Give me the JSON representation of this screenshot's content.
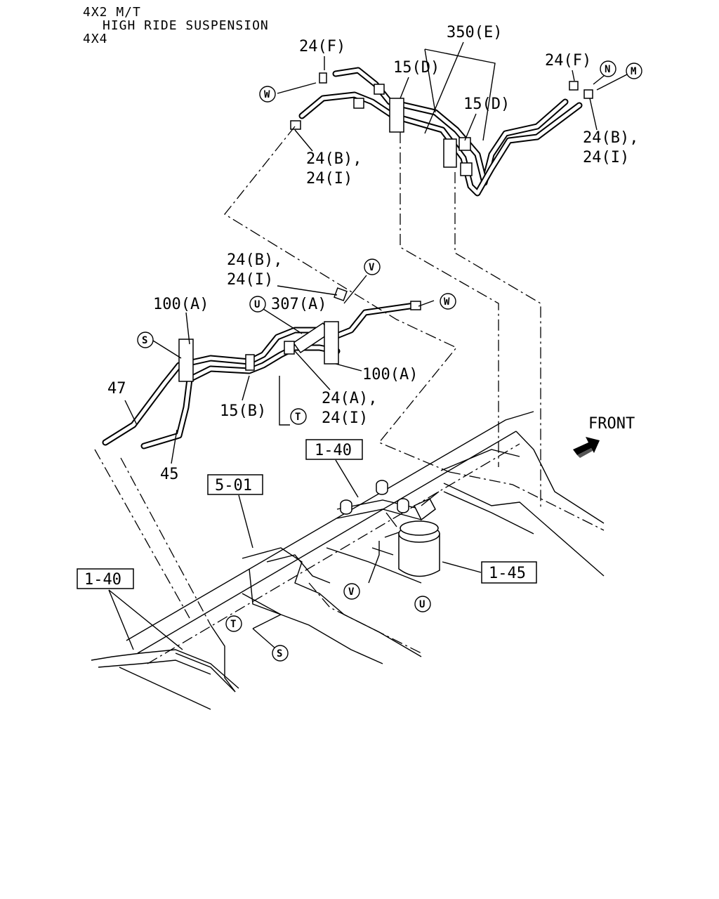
{
  "header": {
    "line1": "4X2 M/T",
    "line2": "HIGH RIDE SUSPENSION",
    "line3": "4X4"
  },
  "callouts": {
    "c350E": "350(E)",
    "c24F_left": "24(F)",
    "c15D_top": "15(D)",
    "c15D_mid": "15(D)",
    "c24F_right": "24(F)",
    "c24B_right_1": "24(B),",
    "c24I_right": "24(I)",
    "c24B_upper_1": "24(B),",
    "c24I_upper": "24(I)",
    "c24B_mid_1": "24(B),",
    "c24I_mid": "24(I)",
    "c100A_left": "100(A)",
    "c307A": "307(A)",
    "c100A_right": "100(A)",
    "c24A": "24(A),",
    "c24I_low": "24(I)",
    "c15B": "15(B)",
    "c47": "47",
    "c45": "45"
  },
  "refs": {
    "r140_top": "1-40",
    "r501": "5-01",
    "r140_left": "1-40",
    "r145": "1-45"
  },
  "markers": {
    "W": "W",
    "N": "N",
    "M": "M",
    "V": "V",
    "U": "U",
    "S": "S",
    "T": "T"
  },
  "direction": {
    "front_label": "FRONT"
  }
}
